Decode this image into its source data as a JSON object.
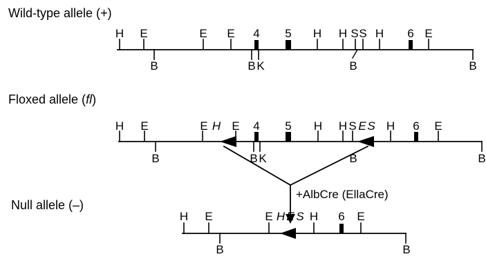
{
  "alleles": [
    {
      "title_prefix": "Wild-type allele (",
      "title_em": "+",
      "title_suffix": ")",
      "top_sites": [
        {
          "label": "H",
          "italic": false
        },
        {
          "label": "E",
          "italic": false
        },
        {
          "label": "E",
          "italic": false
        },
        {
          "label": "E",
          "italic": false
        },
        {
          "label": "4",
          "italic": false
        },
        {
          "label": "5",
          "italic": false
        },
        {
          "label": "H",
          "italic": false
        },
        {
          "label": "H",
          "italic": false
        },
        {
          "label": "S",
          "italic": false
        },
        {
          "label": "S",
          "italic": false
        },
        {
          "label": "H",
          "italic": false
        },
        {
          "label": "6",
          "italic": false
        },
        {
          "label": "E",
          "italic": false
        }
      ],
      "bottom_sites": [
        {
          "label": "B"
        },
        {
          "label": "B"
        },
        {
          "label": "K"
        },
        {
          "label": "B"
        },
        {
          "label": "B"
        }
      ]
    },
    {
      "title_prefix": "Floxed allele (",
      "title_em": "fl",
      "title_suffix": ")",
      "top_sites": [
        {
          "label": "H",
          "italic": false
        },
        {
          "label": "E",
          "italic": false
        },
        {
          "label": "E",
          "italic": false
        },
        {
          "label": "H",
          "italic": true
        },
        {
          "label": "E",
          "italic": false
        },
        {
          "label": "4",
          "italic": false
        },
        {
          "label": "5",
          "italic": false
        },
        {
          "label": "H",
          "italic": false
        },
        {
          "label": "H",
          "italic": false
        },
        {
          "label": "S",
          "italic": false
        },
        {
          "label": "E",
          "italic": true
        },
        {
          "label": "S",
          "italic": true
        },
        {
          "label": "H",
          "italic": false
        },
        {
          "label": "6",
          "italic": false
        },
        {
          "label": "E",
          "italic": false
        }
      ],
      "bottom_sites": [
        {
          "label": "B"
        },
        {
          "label": "B"
        },
        {
          "label": "K"
        },
        {
          "label": "B"
        },
        {
          "label": "B"
        }
      ]
    },
    {
      "title_prefix": "Null allele (",
      "title_em": "",
      "title_suffix": "–)",
      "top_sites": [
        {
          "label": "H",
          "italic": false
        },
        {
          "label": "E",
          "italic": false
        },
        {
          "label": "E",
          "italic": false
        },
        {
          "label": "H",
          "italic": true
        },
        {
          "label": "E",
          "italic": true
        },
        {
          "label": "S",
          "italic": true
        },
        {
          "label": "H",
          "italic": false
        },
        {
          "label": "6",
          "italic": false
        },
        {
          "label": "E",
          "italic": false
        }
      ],
      "bottom_sites": [
        {
          "label": "B"
        },
        {
          "label": "B"
        }
      ]
    }
  ],
  "recombination_label": "+AlbCre (EllaCre)"
}
